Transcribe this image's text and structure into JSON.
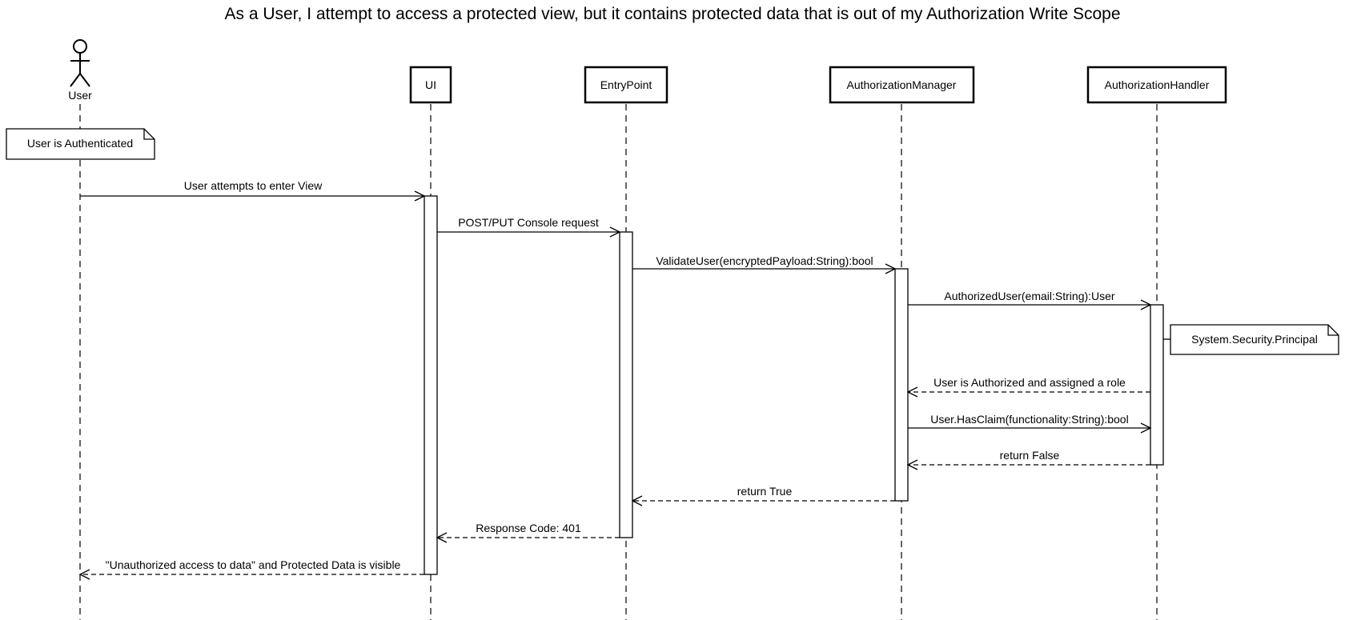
{
  "diagram": {
    "type": "sequence",
    "title": "As a User, I attempt to access a protected view, but it contains protected data that is out of my Authorization Write Scope",
    "actor": {
      "label": "User"
    },
    "participants": [
      {
        "id": "ui",
        "label": "UI"
      },
      {
        "id": "entry",
        "label": "EntryPoint"
      },
      {
        "id": "authmgr",
        "label": "AuthorizationManager"
      },
      {
        "id": "authhandler",
        "label": "AuthorizationHandler"
      }
    ],
    "notes": [
      {
        "id": "auth-note",
        "text": "User is Authenticated"
      },
      {
        "id": "principal-note",
        "text": "System.Security.Principal"
      }
    ],
    "messages": [
      {
        "from": "user",
        "to": "ui",
        "kind": "sync",
        "label": "User attempts to enter View"
      },
      {
        "from": "ui",
        "to": "entry",
        "kind": "sync",
        "label": "POST/PUT Console request"
      },
      {
        "from": "entry",
        "to": "authmgr",
        "kind": "sync",
        "label": "ValidateUser(encryptedPayload:String):bool"
      },
      {
        "from": "authmgr",
        "to": "authhandler",
        "kind": "sync",
        "label": "AuthorizedUser(email:String):User"
      },
      {
        "from": "authhandler",
        "to": "authmgr",
        "kind": "return",
        "label": "User is Authorized and assigned a role"
      },
      {
        "from": "authmgr",
        "to": "authhandler",
        "kind": "sync",
        "label": "User.HasClaim(functionality:String):bool"
      },
      {
        "from": "authhandler",
        "to": "authmgr",
        "kind": "return",
        "label": "return False"
      },
      {
        "from": "authmgr",
        "to": "entry",
        "kind": "return",
        "label": "return True"
      },
      {
        "from": "entry",
        "to": "ui",
        "kind": "return",
        "label": "Response Code: 401"
      },
      {
        "from": "ui",
        "to": "user",
        "kind": "return",
        "label": "\"Unauthorized access to data\" and Protected Data is visible"
      }
    ]
  }
}
